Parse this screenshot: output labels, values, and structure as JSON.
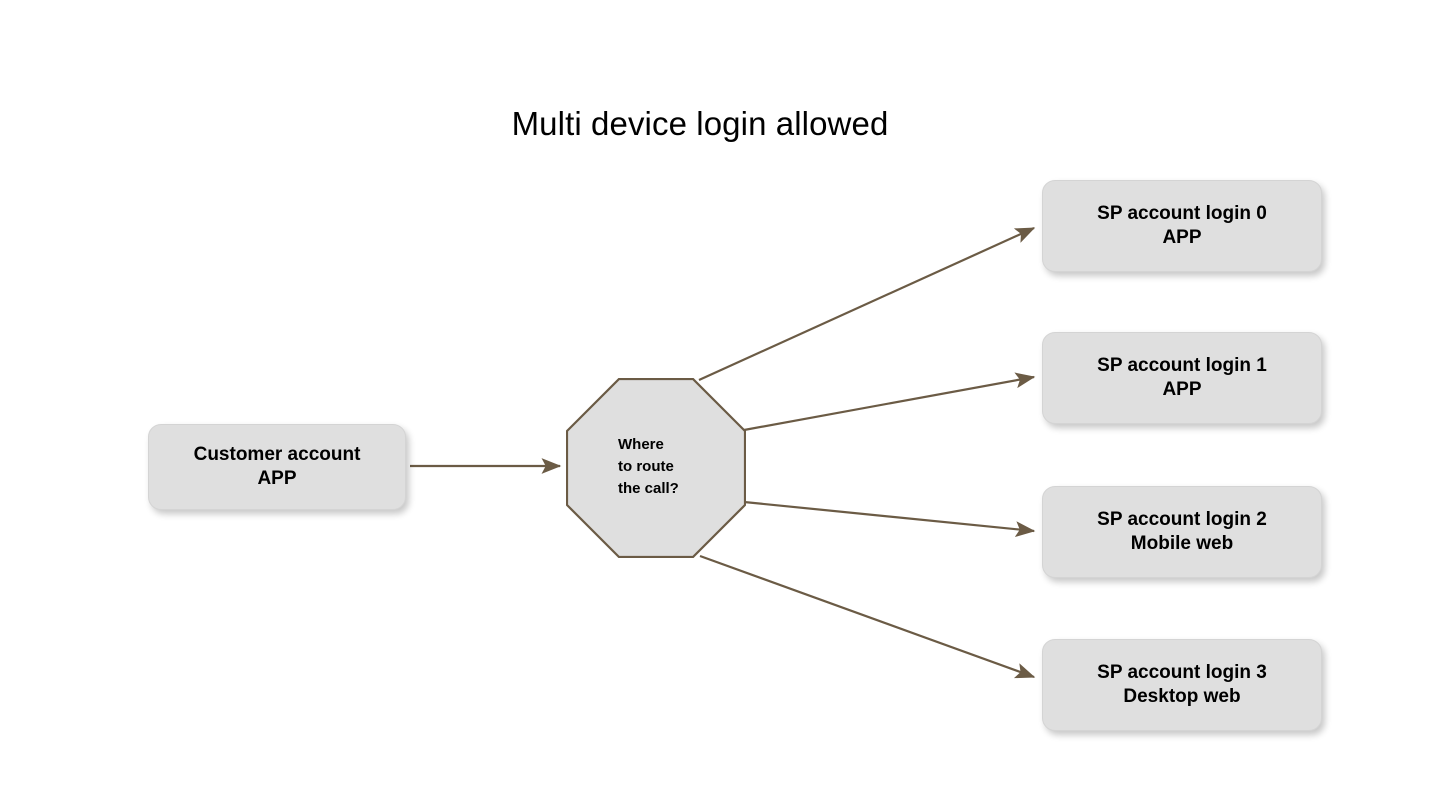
{
  "diagram": {
    "title": "Multi device login allowed",
    "background_color": "#ffffff",
    "node_fill_color": "#dfdfdf",
    "edge_color": "#6b5b45",
    "text_color": "#000000"
  },
  "nodes": {
    "customer": {
      "name": "Customer account",
      "line_1": "Customer account",
      "line_2": "APP",
      "shape": "rounded-rectangle"
    },
    "decision": {
      "shape": "octagon",
      "line_1": "Where",
      "line_2": "to route",
      "line_3": "the call?"
    },
    "sp_logins": [
      {
        "line_1": "SP account login 0",
        "line_2": "APP",
        "shape": "rounded-rectangle"
      },
      {
        "line_1": "SP account login 1",
        "line_2": "APP",
        "shape": "rounded-rectangle"
      },
      {
        "line_1": "SP account login 2",
        "line_2": "Mobile web",
        "shape": "rounded-rectangle"
      },
      {
        "line_1": "SP account login 3",
        "line_2": "Desktop web",
        "shape": "rounded-rectangle"
      }
    ]
  },
  "edges": [
    {
      "from": "customer",
      "to": "decision",
      "style": "solid-arrow"
    },
    {
      "from": "decision",
      "to": "sp-login-0",
      "style": "solid-arrow"
    },
    {
      "from": "decision",
      "to": "sp-login-1",
      "style": "solid-arrow"
    },
    {
      "from": "decision",
      "to": "sp-login-2",
      "style": "solid-arrow"
    },
    {
      "from": "decision",
      "to": "sp-login-3",
      "style": "solid-arrow"
    }
  ]
}
